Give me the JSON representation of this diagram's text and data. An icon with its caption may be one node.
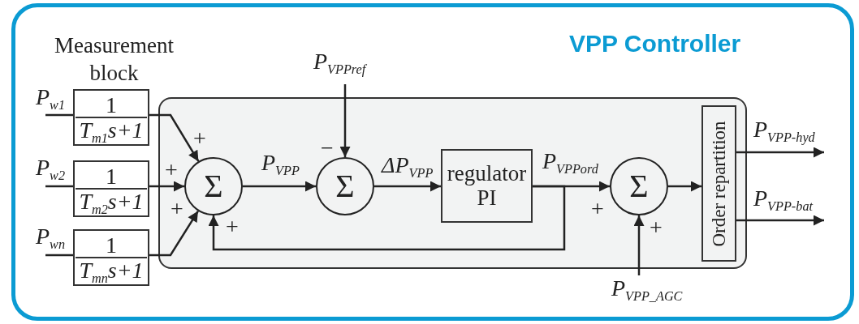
{
  "diagram": {
    "nodes": [
      {
        "text": [
          "VPP Controller"
        ]
      },
      {
        "text": [
          "1",
          "T$_{m1}$s+1"
        ],
        "in": 0
      },
      {
        "text": [
          "1",
          "T$_{m2}$s+1"
        ],
        "in": 0
      },
      {
        "text": [
          "1",
          "T$_{mn}$s+1"
        ],
        "in": 0
      },
      {
        "text": [],
        "shape": "box",
        "in": 0
      },
      {
        "text": [
          "Σ"
        ],
        "in": 4
      },
      {
        "text": [
          "Σ"
        ],
        "in": 4
      },
      {
        "text": [
          "regulator PI"
        ],
        "in": 4
      },
      {
        "text": [
          "Σ"
        ],
        "in": 4
      },
      {
        "text": [
          "Order repartition"
        ],
        "in": 4
      }
    ],
    "edges": [
      {
        "from": null,
        "to": 1,
        "arrow": "none",
        "label": "P$_{w1}$"
      },
      {
        "from": null,
        "to": 2,
        "arrow": "none",
        "label": "P$_{w2}$"
      },
      {
        "from": null,
        "to": 3,
        "arrow": "none",
        "label": "P$_{wn}$"
      },
      {
        "from": 1,
        "to": 5,
        "arrow": "to"
      },
      {
        "from": 2,
        "to": 5,
        "arrow": "to"
      },
      {
        "from": 3,
        "to": 5,
        "arrow": "to"
      },
      {
        "from": 5,
        "to": 6,
        "arrow": "to",
        "label": "P$_{VPP}$"
      },
      {
        "from": null,
        "to": 6,
        "arrow": "to",
        "label": "P$_{VPPref}$"
      },
      {
        "from": 6,
        "to": 7,
        "arrow": "to",
        "label": "ΔP$_{VPP}$"
      },
      {
        "from": 7,
        "to": 8,
        "arrow": "to",
        "label": "P$_{VPPord}$"
      },
      {
        "from": 7,
        "to": 5,
        "arrow": "to"
      },
      {
        "from": null,
        "to": 8,
        "arrow": "to",
        "label": "P$_{VPP_AGC}$"
      },
      {
        "from": 8,
        "to": 9,
        "arrow": "to"
      },
      {
        "from": 9,
        "to": null,
        "arrow": "to",
        "label": "P$_{VPP-hyd}$"
      },
      {
        "from": 9,
        "to": null,
        "arrow": "to",
        "label": "P$_{VPP-bat}$"
      }
    ],
    "labels": [
      "Measurement block",
      "+",
      "+",
      "+",
      "+",
      "−",
      "+",
      "+"
    ]
  }
}
